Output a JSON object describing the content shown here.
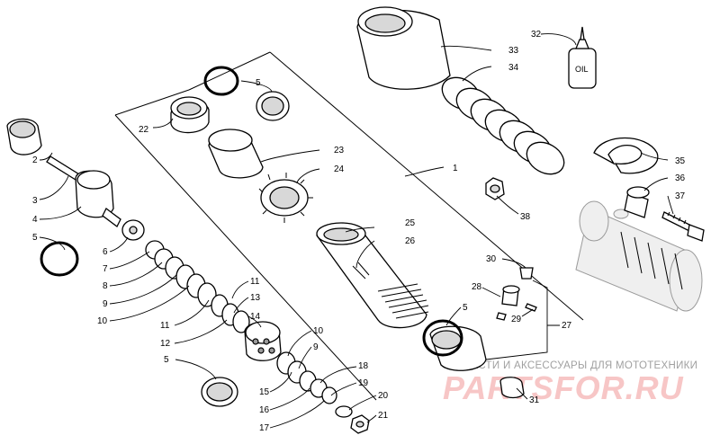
{
  "callouts": [
    {
      "id": "c32",
      "label": "32"
    },
    {
      "id": "c33",
      "label": "33"
    },
    {
      "id": "c34",
      "label": "34"
    },
    {
      "id": "c5a",
      "label": "5"
    },
    {
      "id": "c22",
      "label": "22"
    },
    {
      "id": "c23",
      "label": "23"
    },
    {
      "id": "c24",
      "label": "24"
    },
    {
      "id": "c1",
      "label": "1"
    },
    {
      "id": "c35",
      "label": "35"
    },
    {
      "id": "c36",
      "label": "36"
    },
    {
      "id": "c37",
      "label": "37"
    },
    {
      "id": "c38",
      "label": "38"
    },
    {
      "id": "c2",
      "label": "2"
    },
    {
      "id": "c3",
      "label": "3"
    },
    {
      "id": "c4",
      "label": "4"
    },
    {
      "id": "c5b",
      "label": "5"
    },
    {
      "id": "c6",
      "label": "6"
    },
    {
      "id": "c7",
      "label": "7"
    },
    {
      "id": "c8",
      "label": "8"
    },
    {
      "id": "c9a",
      "label": "9"
    },
    {
      "id": "c10a",
      "label": "10"
    },
    {
      "id": "c25",
      "label": "25"
    },
    {
      "id": "c26",
      "label": "26"
    },
    {
      "id": "c11a",
      "label": "11"
    },
    {
      "id": "c13",
      "label": "13"
    },
    {
      "id": "c14",
      "label": "14"
    },
    {
      "id": "c11b",
      "label": "11"
    },
    {
      "id": "c12",
      "label": "12"
    },
    {
      "id": "c10b",
      "label": "10"
    },
    {
      "id": "c9b",
      "label": "9"
    },
    {
      "id": "c30",
      "label": "30"
    },
    {
      "id": "c28",
      "label": "28"
    },
    {
      "id": "c29",
      "label": "29"
    },
    {
      "id": "c27",
      "label": "27"
    },
    {
      "id": "c5c",
      "label": "5"
    },
    {
      "id": "c5d",
      "label": "5"
    },
    {
      "id": "c18",
      "label": "18"
    },
    {
      "id": "c19",
      "label": "19"
    },
    {
      "id": "c15",
      "label": "15"
    },
    {
      "id": "c16",
      "label": "16"
    },
    {
      "id": "c20",
      "label": "20"
    },
    {
      "id": "c17",
      "label": "17"
    },
    {
      "id": "c21",
      "label": "21"
    },
    {
      "id": "c31",
      "label": "31"
    }
  ],
  "oil_bottle": {
    "label": "OIL"
  },
  "watermark": {
    "line": "ЗАПЧАСТИ И АКСЕССУАРЫ ДЛЯ МОТОТЕХНИКИ",
    "logo": "PARTSFOR.RU"
  }
}
